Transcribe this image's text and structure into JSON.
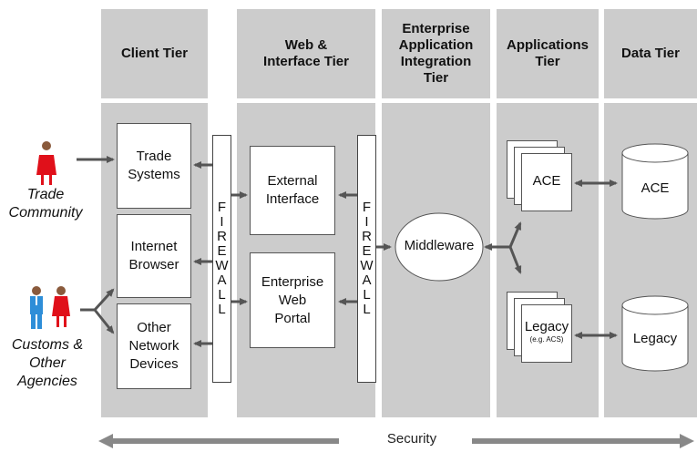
{
  "tiers": {
    "client": "Client Tier",
    "web": "Web &\nInterface Tier",
    "eai": "Enterprise\nApplication\nIntegration\nTier",
    "apps": "Applications\nTier",
    "data": "Data Tier"
  },
  "actors": {
    "trade": "Trade\nCommunity",
    "customs": "Customs &\nOther\nAgencies"
  },
  "client_boxes": {
    "trade_systems": "Trade\nSystems",
    "internet_browser": "Internet\nBrowser",
    "other_devices": "Other\nNetwork\nDevices"
  },
  "firewall_letters": [
    "F",
    "I",
    "R",
    "E",
    "W",
    "A",
    "L",
    "L"
  ],
  "web_boxes": {
    "external_interface": "External\nInterface",
    "enterprise_portal": "Enterprise\nWeb\nPortal"
  },
  "middleware": "Middleware",
  "apps": {
    "ace": "ACE",
    "legacy": "Legacy",
    "legacy_note": "(e.g. ACS)"
  },
  "data": {
    "ace": "ACE",
    "legacy": "Legacy"
  },
  "security": "Security",
  "colors": {
    "panel": "#cccccc",
    "arrow": "#555555",
    "person_female": "#e0101a",
    "person_male": "#2e8ed8",
    "skin": "#8a5a3c"
  }
}
